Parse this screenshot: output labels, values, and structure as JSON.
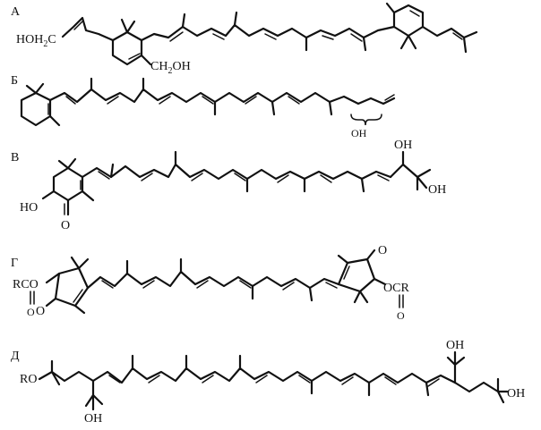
{
  "rows": [
    {
      "letter": "А",
      "labels": {
        "left": "HOH",
        "left_sub": "2",
        "left_c": "C",
        "ring": "CH",
        "ring_sub": "2",
        "ring_oh": "OH"
      }
    },
    {
      "letter": "Б",
      "labels": {
        "oh": "OH"
      }
    },
    {
      "letter": "В",
      "labels": {
        "ho": "HO",
        "o": "O",
        "oh_top": "OH",
        "oh_right": "OH"
      }
    },
    {
      "letter": "Г",
      "labels": {
        "rco": "RCO",
        "o_left_carbonyl": "O",
        "o_left_ester": "O",
        "o_right_ketone": "O",
        "ocr": "OCR",
        "o_right_ester": "O"
      }
    },
    {
      "letter": "Д",
      "labels": {
        "ro": "RO",
        "oh_bottom": "OH",
        "oh_top": "OH",
        "oh_right": "OH"
      }
    }
  ]
}
